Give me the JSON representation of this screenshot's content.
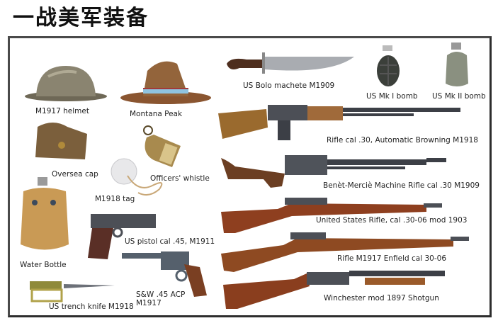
{
  "title": "一战美军装备",
  "items": {
    "helmet": "M1917 helmet",
    "montana": "Montana Peak",
    "oversea": "Oversea cap",
    "whistle": "Officers' whistle",
    "tag": "M1918 tag",
    "bottle": "Water Bottle",
    "pistol": "US pistol cal .45, M1911",
    "revolver_1": "S&W .45 ACP",
    "revolver_2": "M1917",
    "knife": "US trench knife M1918",
    "bolo": "US Bolo machete M1909",
    "mk1": "US Mk I bomb",
    "mk2": "US Mk II bomb",
    "bar": "Rifle cal .30, Automatic Browning M1918",
    "benet": "Benèt-Merciè Machine Rifle cal .30 M1909",
    "springfield": "United States Rifle, cal .30-06 mod 1903",
    "enfield": "Rifle M1917 Enfield cal 30-06",
    "winchester": "Winchester mod 1897 Shotgun"
  },
  "colors": {
    "frame": "#4a4a4a",
    "wood": "#8b3f1e",
    "steel": "#4b4f55",
    "khaki": "#8a6a45",
    "olive": "#7d7560"
  }
}
